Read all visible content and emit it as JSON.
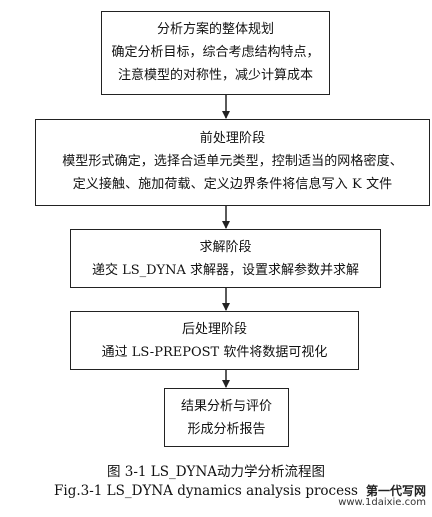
{
  "steps": [
    {
      "lines": [
        "分析方案的整体规划",
        "确定分析目标，综合考虑结构特点，",
        "注意模型的对称性，减少计算成本"
      ]
    },
    {
      "lines": [
        "前处理阶段",
        "模型形式确定，选择合适单元类型，控制适当的网格密度、",
        "定义接触、施加荷载、定义边界条件将信息写入 K 文件"
      ]
    },
    {
      "lines": [
        "求解阶段",
        "递交 LS_DYNA 求解器，设置求解参数并求解"
      ]
    },
    {
      "lines": [
        "后处理阶段",
        "通过 LS-PREPOST 软件将数据可视化"
      ]
    },
    {
      "lines": [
        "结果分析与评价",
        "形成分析报告"
      ]
    }
  ],
  "caption": {
    "cn": "图 3-1 LS_DYNA动力学分析流程图",
    "en": "Fig.3-1 LS_DYNA dynamics analysis process"
  },
  "watermark": {
    "name": "第一代写网",
    "url": "www.1daixie.com"
  }
}
